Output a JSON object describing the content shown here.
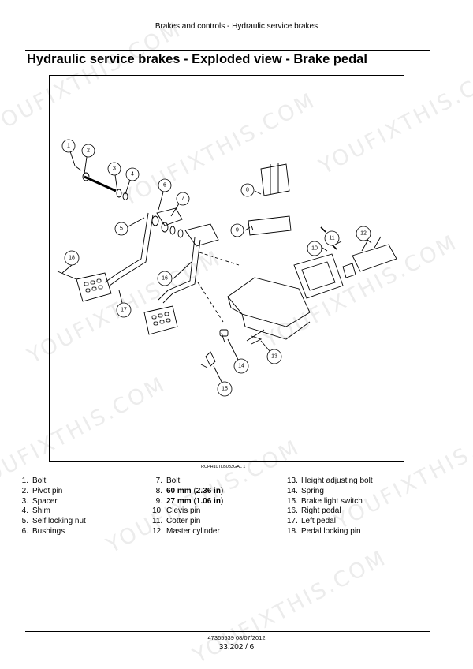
{
  "header": {
    "running_head": "Brakes and controls - Hydraulic service brakes"
  },
  "page_title": "Hydraulic service brakes - Exploded view - Brake pedal",
  "figure": {
    "code": "RCPH10TLB033GAL     1"
  },
  "legend": {
    "col1": [
      {
        "n": "1.",
        "t": "Bolt"
      },
      {
        "n": "2.",
        "t": "Pivot pin"
      },
      {
        "n": "3.",
        "t": "Spacer"
      },
      {
        "n": "4.",
        "t": "Shim"
      },
      {
        "n": "5.",
        "t": "Self locking nut"
      },
      {
        "n": "6.",
        "t": "Bushings"
      }
    ],
    "col2": [
      {
        "n": "7.",
        "t": "Bolt"
      },
      {
        "n": "8.",
        "b1": "60 mm",
        "p1": " (",
        "b2": "2.36 in",
        "p2": ")"
      },
      {
        "n": "9.",
        "b1": "27 mm",
        "p1": " (",
        "b2": "1.06 in",
        "p2": ")"
      },
      {
        "n": "10.",
        "t": "Clevis pin"
      },
      {
        "n": "11.",
        "t": "Cotter pin"
      },
      {
        "n": "12.",
        "t": "Master cylinder"
      }
    ],
    "col3": [
      {
        "n": "13.",
        "t": "Height adjusting bolt"
      },
      {
        "n": "14.",
        "t": "Spring"
      },
      {
        "n": "15.",
        "t": "Brake light switch"
      },
      {
        "n": "16.",
        "t": "Right pedal"
      },
      {
        "n": "17.",
        "t": "Left pedal"
      },
      {
        "n": "18.",
        "t": "Pedal locking pin"
      }
    ]
  },
  "footer": {
    "doc_id": "47365539 08/07/2012",
    "page_number": "33.202 / 6"
  },
  "watermark": {
    "text": "YOUFIXTHIS.COM",
    "color": "#ececec"
  },
  "callouts": [
    "1",
    "2",
    "3",
    "4",
    "5",
    "6",
    "7",
    "8",
    "9",
    "10",
    "11",
    "12",
    "13",
    "14",
    "15",
    "16",
    "17",
    "18"
  ]
}
